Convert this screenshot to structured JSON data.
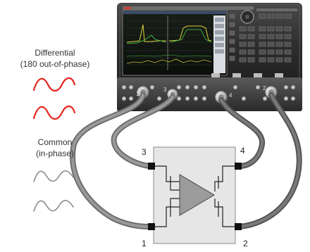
{
  "labels": {
    "differential_line1": "Differential",
    "differential_line2": "(180 out-of-phase)",
    "common_line1": "Common",
    "common_line2": "(in-phase)"
  },
  "ports": {
    "dut_1": "1",
    "dut_2": "2",
    "dut_3": "3",
    "dut_4": "4",
    "vna_1": "1",
    "vna_2": "2",
    "vna_3": "3",
    "vna_4": "4"
  },
  "colors": {
    "differential_wave": "#e8231d",
    "common_wave": "#8a8a8a",
    "cable": "#7d7d7d",
    "dut_body": "#e6e6e6",
    "amplifier": "#9b9b9b",
    "instrument_body": "#3a3a3a"
  },
  "icons": {
    "instrument": "network-analyzer",
    "device": "amplifier-dut"
  }
}
